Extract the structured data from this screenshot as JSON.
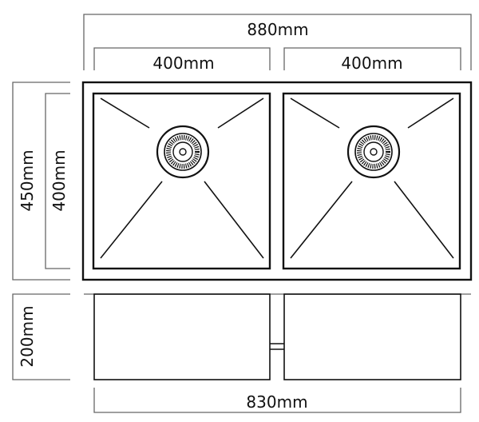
{
  "dimensions": {
    "overall_width": "880mm",
    "left_bowl_width": "400mm",
    "right_bowl_width": "400mm",
    "overall_depth": "450mm",
    "bowl_depth": "400mm",
    "bowl_height": "200mm",
    "base_width": "830mm"
  },
  "colors": {
    "line": "#111111",
    "dimension_line": "#666666"
  }
}
